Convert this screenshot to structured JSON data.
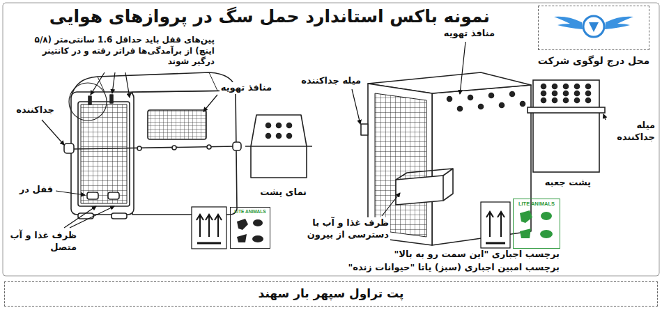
{
  "diagram": {
    "title": "نمونه باکس استاندارد حمل سگ در پروازهای هوایی",
    "nodes": [
      {
        "text": [
          "محل درج لوگوی شرکت"
        ]
      },
      {
        "text": [
          "LITE ANIMALS"
        ]
      },
      {
        "text": [
          "LITE ANIMALS"
        ]
      },
      {
        "text": [
          "پت تراول سپهر بار سهند"
        ]
      }
    ],
    "labels": [
      "پین‌های قفل باید حداقل 1.6 سانتی‌متر (۵/۸ اینچ) از برآمدگی‌ها فراتر رفته و در کانتینر درگیر شوند",
      "منافذ تهویه",
      "جداکننده",
      "قفل در",
      "ظرف غذا و آب متصل",
      "نمای پشت",
      "میله جداکننده",
      "منافذ تهویه",
      "ظرف غذا و آب با دسترسی از بیرون",
      "برچسب اجباری \"این سمت رو به بالا\"",
      "برچسب امبین اجباری (سبز) یاتا \"حیوانات زنده\"",
      "میله جداکننده",
      "پشت جعبه"
    ]
  }
}
